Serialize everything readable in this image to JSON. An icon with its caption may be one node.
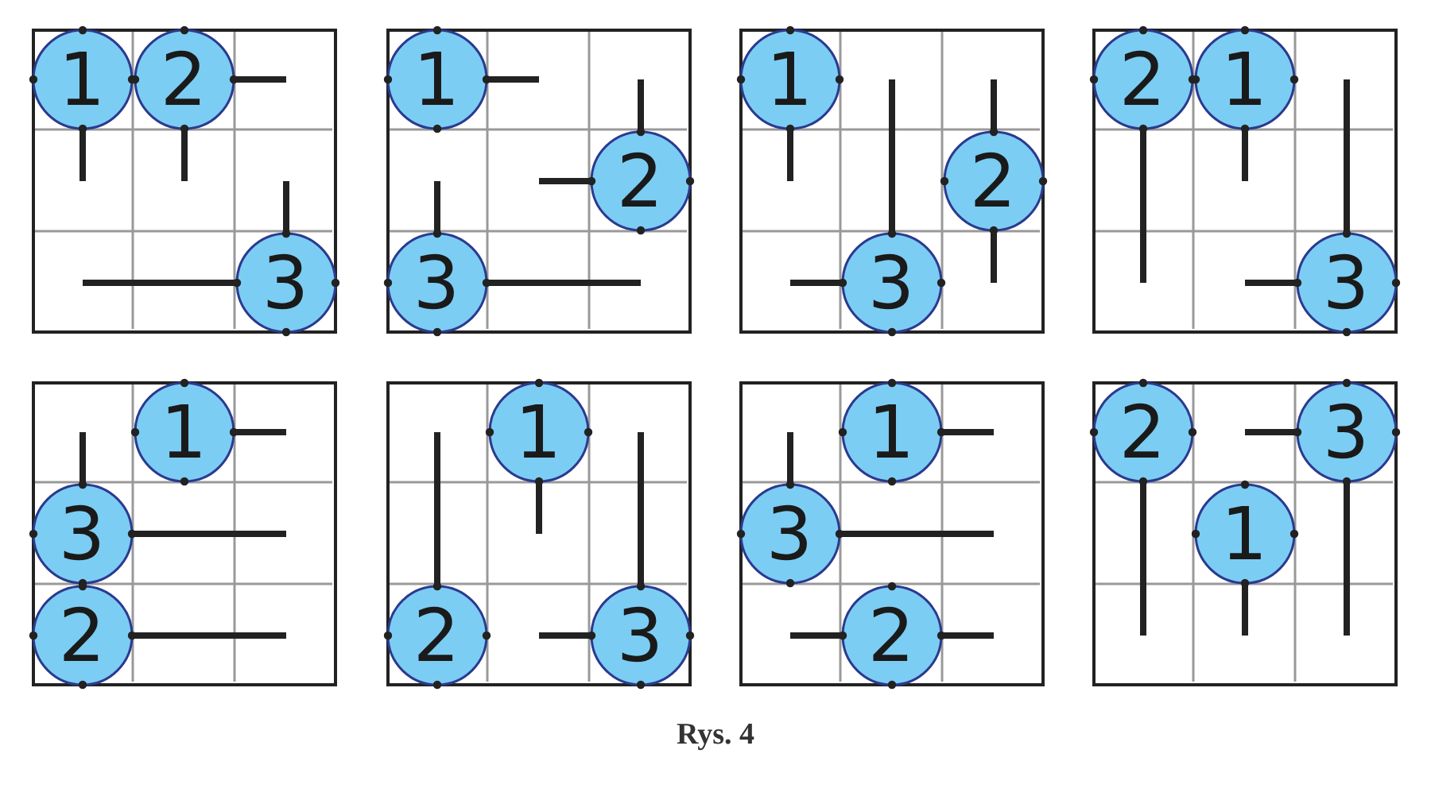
{
  "diagram": {
    "caption": "Rys. 4",
    "nodes": [
      {
        "text": [],
        "shape": "box"
      },
      {
        "text": [
          "1"
        ],
        "in": 0
      },
      {
        "text": [
          "2"
        ],
        "in": 0
      },
      {
        "text": [
          "3"
        ],
        "in": 0
      },
      {
        "text": [],
        "shape": "box"
      },
      {
        "text": [
          "1"
        ],
        "in": 4
      },
      {
        "text": [
          "2"
        ],
        "in": 4
      },
      {
        "text": [
          "3"
        ],
        "in": 4
      },
      {
        "text": [],
        "shape": "box"
      },
      {
        "text": [
          "1"
        ],
        "in": 8
      },
      {
        "text": [
          "2"
        ],
        "in": 8
      },
      {
        "text": [
          "3"
        ],
        "in": 8
      },
      {
        "text": [],
        "shape": "box"
      },
      {
        "text": [
          "2"
        ],
        "in": 12
      },
      {
        "text": [
          "1"
        ],
        "in": 12
      },
      {
        "text": [
          "3"
        ],
        "in": 12
      },
      {
        "text": [],
        "shape": "box"
      },
      {
        "text": [
          "1"
        ],
        "in": 16
      },
      {
        "text": [
          "3"
        ],
        "in": 16
      },
      {
        "text": [
          "2"
        ],
        "in": 16
      },
      {
        "text": [],
        "shape": "box"
      },
      {
        "text": [
          "1"
        ],
        "in": 20
      },
      {
        "text": [
          "2"
        ],
        "in": 20
      },
      {
        "text": [
          "3"
        ],
        "in": 20
      },
      {
        "text": [],
        "shape": "box"
      },
      {
        "text": [
          "1"
        ],
        "in": 24
      },
      {
        "text": [
          "3"
        ],
        "in": 24
      },
      {
        "text": [
          "2"
        ],
        "in": 24
      },
      {
        "text": [],
        "shape": "box"
      },
      {
        "text": [
          "2"
        ],
        "in": 28
      },
      {
        "text": [
          "3"
        ],
        "in": 28
      },
      {
        "text": [
          "1"
        ],
        "in": 28
      }
    ],
    "edges": [
      {
        "from": 1,
        "to": null,
        "arrow": "none"
      },
      {
        "from": 2,
        "to": null,
        "arrow": "none"
      },
      {
        "from": 2,
        "to": null,
        "arrow": "none"
      },
      {
        "from": 3,
        "to": null,
        "arrow": "none"
      },
      {
        "from": 3,
        "to": null,
        "arrow": "none"
      },
      {
        "from": 5,
        "to": null,
        "arrow": "none"
      },
      {
        "from": 6,
        "to": null,
        "arrow": "none"
      },
      {
        "from": 6,
        "to": null,
        "arrow": "none"
      },
      {
        "from": 7,
        "to": null,
        "arrow": "none"
      },
      {
        "from": 7,
        "to": null,
        "arrow": "none"
      },
      {
        "from": 9,
        "to": null,
        "arrow": "none"
      },
      {
        "from": 10,
        "to": null,
        "arrow": "none"
      },
      {
        "from": 10,
        "to": null,
        "arrow": "none"
      },
      {
        "from": 11,
        "to": null,
        "arrow": "none"
      },
      {
        "from": 11,
        "to": null,
        "arrow": "none"
      },
      {
        "from": 13,
        "to": null,
        "arrow": "none"
      },
      {
        "from": 14,
        "to": null,
        "arrow": "none"
      },
      {
        "from": 15,
        "to": null,
        "arrow": "none"
      },
      {
        "from": 15,
        "to": null,
        "arrow": "none"
      },
      {
        "from": 17,
        "to": null,
        "arrow": "none"
      },
      {
        "from": 18,
        "to": null,
        "arrow": "none"
      },
      {
        "from": 18,
        "to": null,
        "arrow": "none"
      },
      {
        "from": 19,
        "to": null,
        "arrow": "none"
      },
      {
        "from": 21,
        "to": null,
        "arrow": "none"
      },
      {
        "from": 22,
        "to": null,
        "arrow": "none"
      },
      {
        "from": 23,
        "to": null,
        "arrow": "none"
      },
      {
        "from": 23,
        "to": null,
        "arrow": "none"
      },
      {
        "from": 25,
        "to": null,
        "arrow": "none"
      },
      {
        "from": 26,
        "to": null,
        "arrow": "none"
      },
      {
        "from": 26,
        "to": null,
        "arrow": "none"
      },
      {
        "from": 27,
        "to": null,
        "arrow": "none"
      },
      {
        "from": 27,
        "to": null,
        "arrow": "none"
      },
      {
        "from": 29,
        "to": null,
        "arrow": "none"
      },
      {
        "from": 30,
        "to": null,
        "arrow": "none"
      },
      {
        "from": 30,
        "to": null,
        "arrow": "none"
      },
      {
        "from": 31,
        "to": null,
        "arrow": "none"
      }
    ]
  }
}
